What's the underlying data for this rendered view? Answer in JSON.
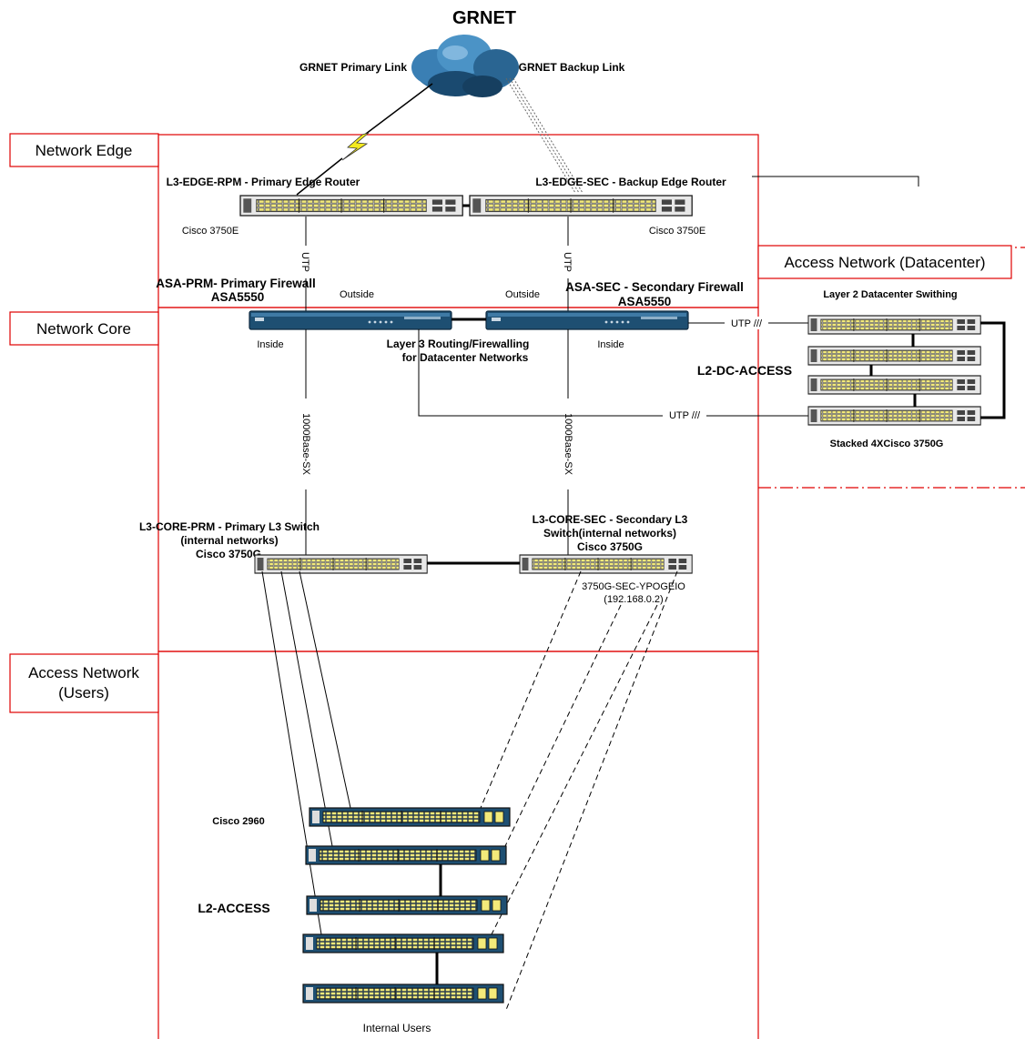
{
  "cloud": {
    "title": "GRNET",
    "primary_link": "GRNET Primary Link",
    "backup_link": "GRNET Backup  Link"
  },
  "sections": {
    "edge": "Network Edge",
    "core": "Network Core",
    "access_users_line1": "Access Network",
    "access_users_line2": "(Users)",
    "access_dc": "Access Network  (Datacenter)"
  },
  "edge": {
    "primary_router": "L3-EDGE-RPM - Primary Edge Router",
    "backup_router": "L3-EDGE-SEC - Backup Edge Router",
    "primary_model": "Cisco 3750E",
    "backup_model": "Cisco 3750E"
  },
  "firewalls": {
    "primary_line1": "ASA-PRM- Primary Firewall",
    "primary_line2": "ASA5550",
    "secondary_line1": "ASA-SEC - Secondary Firewall",
    "secondary_line2": "ASA5550",
    "outside_left": "Outside",
    "outside_right": "Outside",
    "inside_left": "Inside",
    "inside_right": "Inside",
    "routing_line1": "Layer 3 Routing/Firewalling",
    "routing_line2": "for Datacenter Networks"
  },
  "links": {
    "utp_left": "UTP",
    "utp_right": "UTP",
    "sx_left": "1000Base-SX",
    "sx_right": "1000Base-SX",
    "dc_utp_top": "UTP ///",
    "dc_utp_bottom": "UTP ///"
  },
  "datacenter": {
    "title": "Layer 2 Datacenter Swithing",
    "name": "L2-DC-ACCESS",
    "stack": "Stacked 4XCisco 3750G"
  },
  "core": {
    "primary_line1": "L3-CORE-PRM - Primary L3 Switch",
    "primary_line2": "(internal networks)",
    "primary_line3": "Cisco 3750G",
    "secondary_line1": "L3-CORE-SEC - Secondary L3",
    "secondary_line2": "Switch(internal networks)",
    "secondary_line3": "Cisco 3750G",
    "secondary_host": "3750G-SEC-YPOGEIO",
    "secondary_ip": "(192.168.0.2)"
  },
  "access": {
    "model": "Cisco 2960",
    "name": "L2-ACCESS",
    "users": "Internal Users"
  },
  "colors": {
    "zone_border": "#e00000",
    "firewall_body": "#1e4f72",
    "port_fill": "#f3ea7a",
    "switch_body": "#e8e8e8",
    "link": "#000000"
  }
}
